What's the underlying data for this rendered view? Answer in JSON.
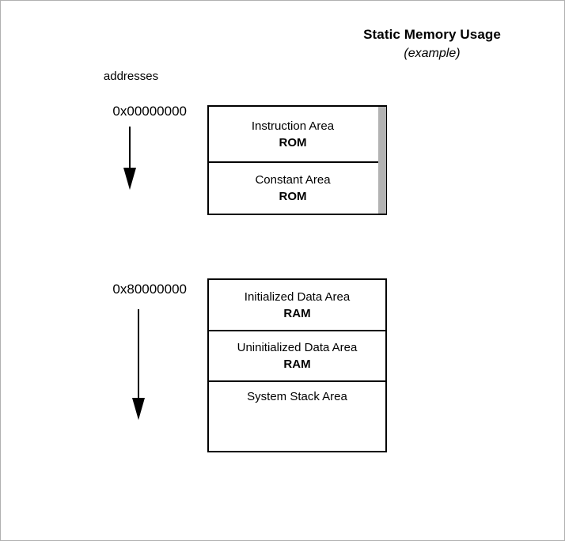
{
  "title": {
    "main": "Static Memory Usage",
    "sub": "(example)"
  },
  "labels": {
    "addresses": "addresses"
  },
  "addresses": {
    "rom_start": "0x00000000",
    "ram_start": "0x80000000"
  },
  "colors": {
    "grey_bar": "#b3b3b3",
    "outline": "#000000",
    "page_border": "#b0b0b0",
    "background": "#ffffff"
  },
  "memory_regions": [
    {
      "id": "rom",
      "base_address": "0x00000000",
      "segments": [
        {
          "name": "Instruction Area",
          "type": "ROM"
        },
        {
          "name": "Constant Area",
          "type": "ROM"
        }
      ]
    },
    {
      "id": "ram",
      "base_address": "0x80000000",
      "segments": [
        {
          "name": "Initialized Data Area",
          "type": "RAM"
        },
        {
          "name": "Uninitialized Data Area",
          "type": "RAM"
        },
        {
          "name": "System Stack Area",
          "type": ""
        }
      ]
    }
  ]
}
